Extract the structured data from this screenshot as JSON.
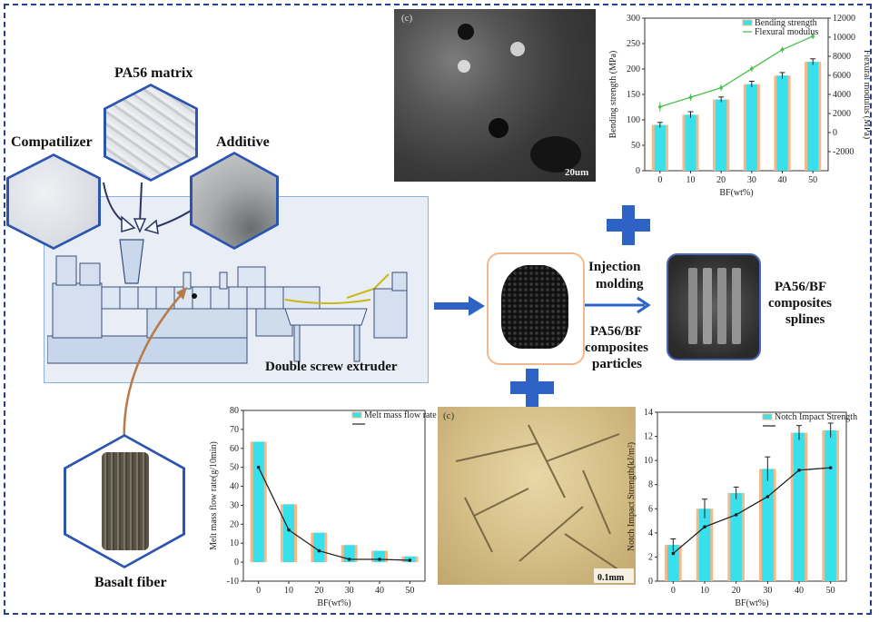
{
  "labels": {
    "compatilizer": "Compatilizer",
    "pa56_matrix": "PA56 matrix",
    "additive": "Additive",
    "extruder": "Double screw extruder",
    "basalt_fiber": "Basalt fiber",
    "injection_molding_1": "Injection",
    "injection_molding_2": "molding",
    "particles_1": "PA56/BF",
    "particles_2": "composites",
    "particles_3": "particles",
    "splines_1": "PA56/BF",
    "splines_2": "composites",
    "splines_3": "splines",
    "sem_tag": "(c)",
    "sem_scale": "20um",
    "micro_tag": "(c)",
    "micro_scale": "0.1mm"
  },
  "colors": {
    "frame": "#2b3f8f",
    "arrow_blue": "#2e62c4",
    "bar_fill": "#38e0ec",
    "bar_edge": "#f4b88a",
    "line_green": "#46c24a",
    "line_black": "#222222"
  },
  "chart_data": [
    {
      "id": "bending",
      "type": "bar",
      "categories": [
        "0",
        "10",
        "20",
        "30",
        "40",
        "50"
      ],
      "xlabel": "BF(wt%)",
      "ylabel": "Bending strength (MPa)",
      "y2label": "Flexural modulus (MPa)",
      "yticks": [
        "0",
        "50",
        "100",
        "150",
        "200",
        "250",
        "300"
      ],
      "y2ticks": [
        "-2000",
        "0",
        "2000",
        "4000",
        "6000",
        "8000",
        "10000",
        "12000"
      ],
      "ylim": [
        0,
        300
      ],
      "y2lim": [
        -4000,
        12000
      ],
      "series": [
        {
          "name": "Bending strength",
          "type": "bar",
          "values": [
            90,
            110,
            140,
            170,
            187,
            214
          ],
          "errors": [
            5,
            6,
            5,
            6,
            6,
            6
          ]
        },
        {
          "name": "Flexural modulus",
          "type": "line",
          "axis": "right",
          "values": [
            2700,
            3700,
            4700,
            6700,
            8700,
            10100
          ],
          "errors": [
            500,
            350,
            350,
            300,
            300,
            300
          ]
        }
      ]
    },
    {
      "id": "mfr",
      "type": "bar",
      "categories": [
        "0",
        "10",
        "20",
        "30",
        "40",
        "50"
      ],
      "xlabel": "BF(wt%)",
      "ylabel": "Melt mass flow rate(g/10min)",
      "yticks": [
        "-10",
        "0",
        "10",
        "20",
        "30",
        "40",
        "50",
        "60",
        "70",
        "80"
      ],
      "ylim": [
        -10,
        80
      ],
      "series": [
        {
          "name": "Melt mass flow rate",
          "type": "bar",
          "values": [
            63.5,
            30.5,
            15.5,
            9,
            6,
            3
          ]
        },
        {
          "name": "",
          "type": "line",
          "values": [
            50,
            17,
            6,
            1.5,
            1.5,
            1
          ]
        }
      ]
    },
    {
      "id": "impact",
      "type": "bar",
      "categories": [
        "0",
        "10",
        "20",
        "30",
        "40",
        "50"
      ],
      "xlabel": "BF(wt%)",
      "ylabel": "Notch Impact Strength(kJ/m²)",
      "yticks": [
        "0",
        "2",
        "4",
        "6",
        "8",
        "10",
        "12",
        "14"
      ],
      "ylim": [
        0,
        14
      ],
      "series": [
        {
          "name": "Notch Impact Strength",
          "type": "bar",
          "values": [
            3.0,
            6.0,
            7.3,
            9.3,
            12.3,
            12.5
          ],
          "errors": [
            0.5,
            0.8,
            0.5,
            1.0,
            0.6,
            0.6
          ]
        },
        {
          "name": "",
          "type": "line",
          "values": [
            2.3,
            4.5,
            5.5,
            7.0,
            9.2,
            9.4
          ]
        }
      ]
    }
  ]
}
